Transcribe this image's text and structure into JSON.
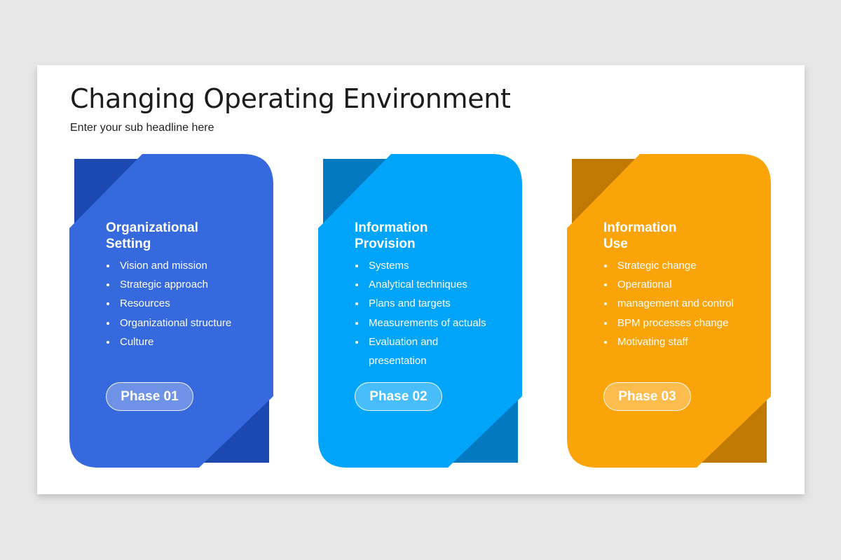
{
  "slide": {
    "title": "Changing Operating Environment",
    "subtitle": "Enter your sub headline here"
  },
  "cards": [
    {
      "heading_lines": [
        "Organizational",
        "Setting"
      ],
      "items": [
        "Vision and mission",
        "Strategic approach",
        "Resources",
        "Organizational structure",
        "Culture"
      ],
      "phase_label": "Phase 01",
      "color": "#3569dd",
      "accent_color": "#1c48b2"
    },
    {
      "heading_lines": [
        "Information",
        "Provision"
      ],
      "items": [
        "Systems",
        "Analytical techniques",
        "Plans and targets",
        "Measurements  of actuals",
        "Evaluation and",
        "presentation"
      ],
      "phase_label": "Phase 02",
      "color": "#00a5fa",
      "accent_color": "#0279c0"
    },
    {
      "heading_lines": [
        "Information",
        "Use"
      ],
      "items": [
        "Strategic change",
        "Operational",
        "management  and control",
        "BPM processes  change",
        "Motivating staff"
      ],
      "phase_label": "Phase 03",
      "color": "#fba40a",
      "accent_color": "#c07a04"
    }
  ]
}
